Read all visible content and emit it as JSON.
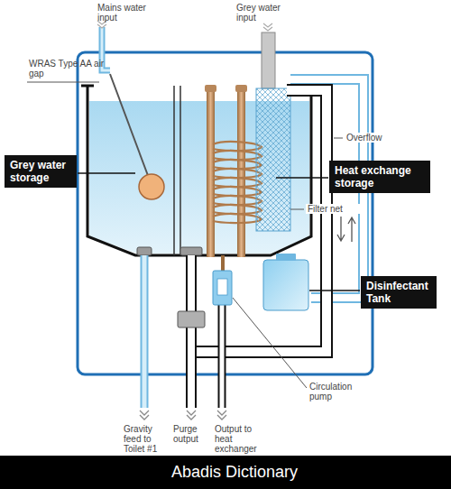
{
  "diagram": {
    "nodes": [
      {
        "text": [
          "Grey water storage"
        ]
      },
      {
        "text": [
          "Heat exchange storage"
        ]
      },
      {
        "text": [
          "Disinfectant Tank"
        ]
      }
    ],
    "labels": [
      "Mains water input",
      "Grey water input",
      "WRAS Type AA air gap",
      "Overflow",
      "Filter net",
      "Circulation pump",
      "Gravity feed to Toilet #1",
      "Purge output",
      "Output to heat exchanger",
      "Abadis Dictionary"
    ]
  }
}
